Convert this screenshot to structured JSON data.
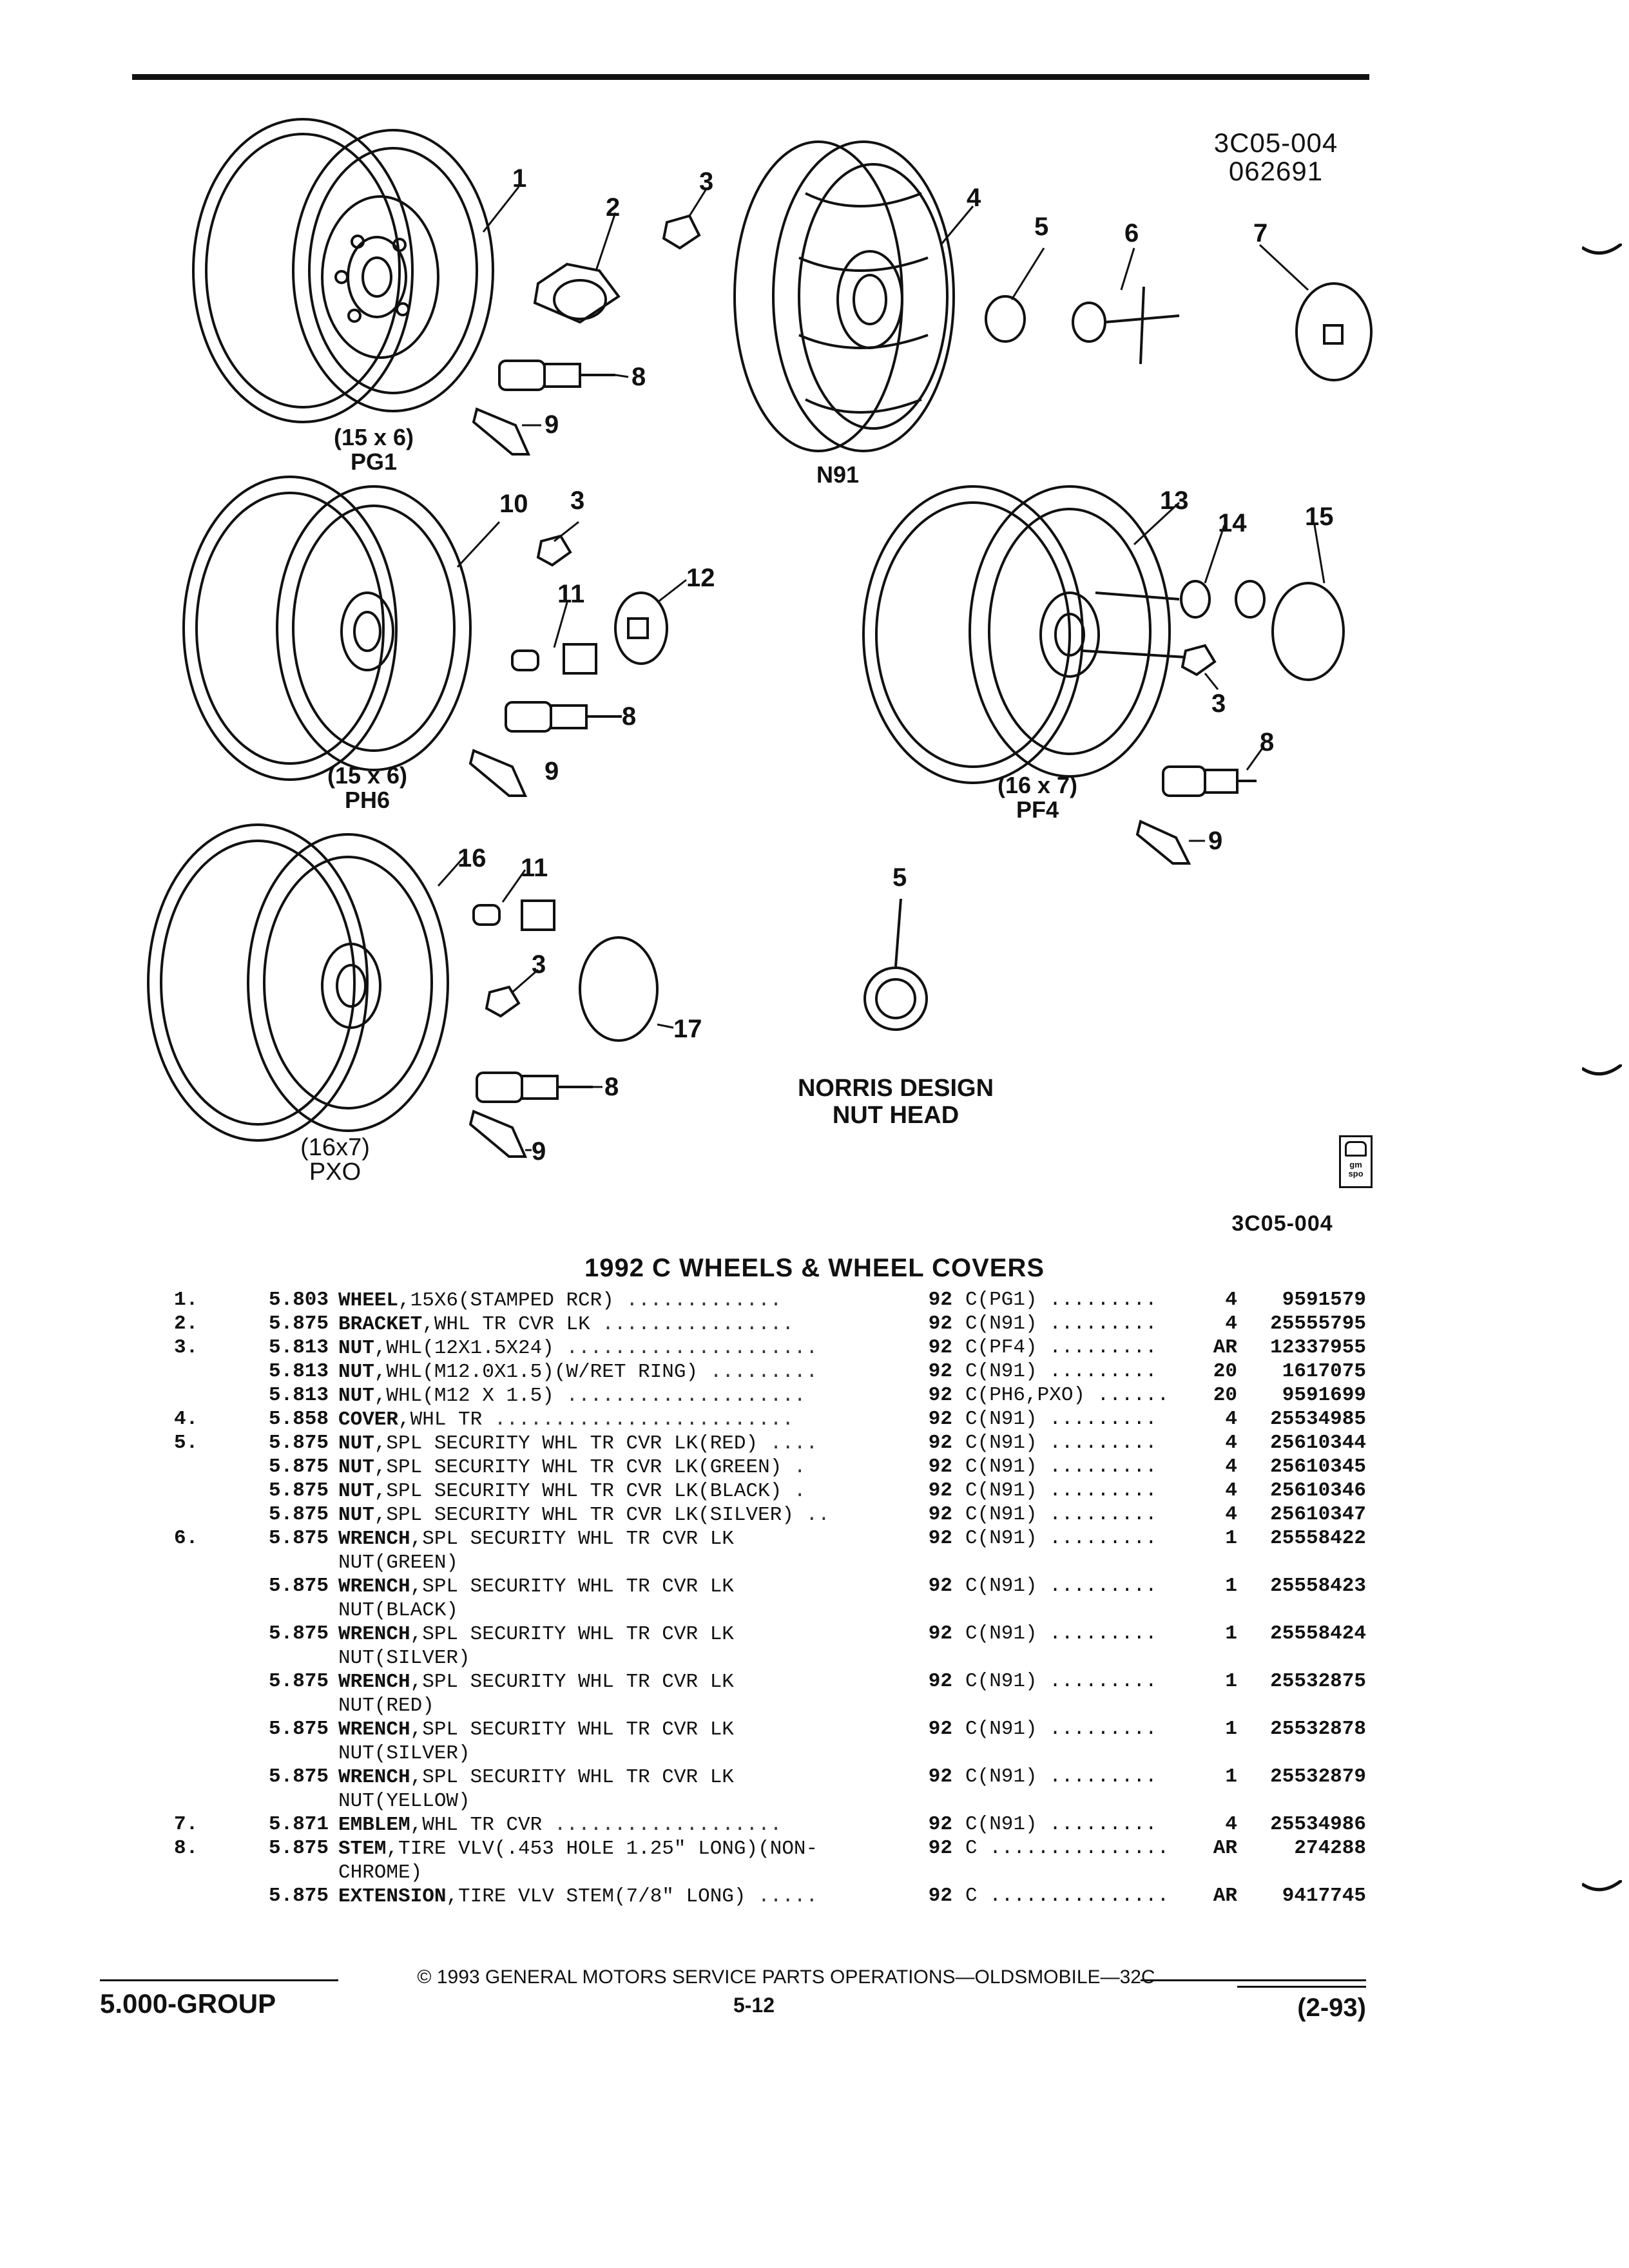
{
  "header": {
    "ref_code_line1": "3C05-004",
    "ref_code_line2": "062691",
    "bottom_ref_code": "3C05-004"
  },
  "illustration": {
    "callouts": [
      "1",
      "2",
      "3",
      "4",
      "5",
      "6",
      "7",
      "8",
      "9",
      "10",
      "3",
      "11",
      "12",
      "8",
      "9",
      "13",
      "14",
      "15",
      "3",
      "8",
      "9",
      "16",
      "11",
      "3",
      "17",
      "8",
      "9",
      "5"
    ],
    "wheel_captions": [
      {
        "size": "(15 x 6)",
        "code": "PG1"
      },
      {
        "size": "N91",
        "code": ""
      },
      {
        "size": "(15 x 6)",
        "code": "PH6"
      },
      {
        "size": "(16 x 7)",
        "code": "PF4"
      },
      {
        "size": "(16x7)",
        "code": "PXO"
      }
    ],
    "design_caption_line1": "NORRIS DESIGN",
    "design_caption_line2": "NUT HEAD",
    "logo_text": "gm spo"
  },
  "section_title": "1992 C WHEELS & WHEEL COVERS",
  "parts": [
    {
      "item": "1.",
      "group": "5.803",
      "name": "WHEEL",
      "detail": ",15X6(STAMPED RCR)",
      "dots": " .............",
      "cont": "",
      "yr": "92",
      "usage": "C(PG1) .........",
      "qty": "4",
      "part": "9591579"
    },
    {
      "item": "2.",
      "group": "5.875",
      "name": "BRACKET",
      "detail": ",WHL TR CVR LK",
      "dots": " ................",
      "cont": "",
      "yr": "92",
      "usage": "C(N91) .........",
      "qty": "4",
      "part": "25555795"
    },
    {
      "item": "3.",
      "group": "5.813",
      "name": "NUT",
      "detail": ",WHL(12X1.5X24)",
      "dots": " .....................",
      "cont": "",
      "yr": "92",
      "usage": "C(PF4) .........",
      "qty": "AR",
      "part": "12337955"
    },
    {
      "item": "",
      "group": "5.813",
      "name": "NUT",
      "detail": ",WHL(M12.0X1.5)(W/RET RING)",
      "dots": " .........",
      "cont": "",
      "yr": "92",
      "usage": "C(N91) .........",
      "qty": "20",
      "part": "1617075"
    },
    {
      "item": "",
      "group": "5.813",
      "name": "NUT",
      "detail": ",WHL(M12 X 1.5)",
      "dots": " ....................",
      "cont": "",
      "yr": "92",
      "usage": "C(PH6,PXO) ......",
      "qty": "20",
      "part": "9591699"
    },
    {
      "item": "4.",
      "group": "5.858",
      "name": "COVER",
      "detail": ",WHL TR",
      "dots": " .........................",
      "cont": "",
      "yr": "92",
      "usage": "C(N91) .........",
      "qty": "4",
      "part": "25534985"
    },
    {
      "item": "5.",
      "group": "5.875",
      "name": "NUT",
      "detail": ",SPL SECURITY WHL TR CVR LK(RED)",
      "dots": " ....",
      "cont": "",
      "yr": "92",
      "usage": "C(N91) .........",
      "qty": "4",
      "part": "25610344"
    },
    {
      "item": "",
      "group": "5.875",
      "name": "NUT",
      "detail": ",SPL SECURITY WHL TR CVR LK(GREEN)",
      "dots": " .",
      "cont": "",
      "yr": "92",
      "usage": "C(N91) .........",
      "qty": "4",
      "part": "25610345"
    },
    {
      "item": "",
      "group": "5.875",
      "name": "NUT",
      "detail": ",SPL SECURITY WHL TR CVR LK(BLACK)",
      "dots": " .",
      "cont": "",
      "yr": "92",
      "usage": "C(N91) .........",
      "qty": "4",
      "part": "25610346"
    },
    {
      "item": "",
      "group": "5.875",
      "name": "NUT",
      "detail": ",SPL SECURITY WHL TR CVR LK(SILVER)",
      "dots": " ..",
      "cont": "",
      "yr": "92",
      "usage": "C(N91) .........",
      "qty": "4",
      "part": "25610347"
    },
    {
      "item": "6.",
      "group": "5.875",
      "name": "WRENCH",
      "detail": ",SPL SECURITY WHL TR CVR LK",
      "dots": "",
      "cont": "NUT(GREEN)",
      "yr": "92",
      "usage": "C(N91) .........",
      "qty": "1",
      "part": "25558422"
    },
    {
      "item": "",
      "group": "5.875",
      "name": "WRENCH",
      "detail": ",SPL SECURITY WHL TR CVR LK",
      "dots": "",
      "cont": "NUT(BLACK)",
      "yr": "92",
      "usage": "C(N91) .........",
      "qty": "1",
      "part": "25558423"
    },
    {
      "item": "",
      "group": "5.875",
      "name": "WRENCH",
      "detail": ",SPL SECURITY WHL TR CVR LK",
      "dots": "",
      "cont": "NUT(SILVER)",
      "yr": "92",
      "usage": "C(N91) .........",
      "qty": "1",
      "part": "25558424"
    },
    {
      "item": "",
      "group": "5.875",
      "name": "WRENCH",
      "detail": ",SPL SECURITY WHL TR CVR LK",
      "dots": "",
      "cont": "NUT(RED)",
      "yr": "92",
      "usage": "C(N91) .........",
      "qty": "1",
      "part": "25532875"
    },
    {
      "item": "",
      "group": "5.875",
      "name": "WRENCH",
      "detail": ",SPL SECURITY WHL TR CVR LK",
      "dots": "",
      "cont": "NUT(SILVER)",
      "yr": "92",
      "usage": "C(N91) .........",
      "qty": "1",
      "part": "25532878"
    },
    {
      "item": "",
      "group": "5.875",
      "name": "WRENCH",
      "detail": ",SPL SECURITY WHL TR CVR LK",
      "dots": "",
      "cont": "NUT(YELLOW)",
      "yr": "92",
      "usage": "C(N91) .........",
      "qty": "1",
      "part": "25532879"
    },
    {
      "item": "7.",
      "group": "5.871",
      "name": "EMBLEM",
      "detail": ",WHL TR CVR",
      "dots": " ...................",
      "cont": "",
      "yr": "92",
      "usage": "C(N91) .........",
      "qty": "4",
      "part": "25534986"
    },
    {
      "item": "8.",
      "group": "5.875",
      "name": "STEM",
      "detail": ",TIRE VLV(.453 HOLE 1.25\" LONG)(NON-",
      "dots": "",
      "cont": "CHROME)",
      "yr": "92",
      "usage": "C ...............",
      "qty": "AR",
      "part": "274288"
    },
    {
      "item": "",
      "group": "5.875",
      "name": "EXTENSION",
      "detail": ",TIRE VLV STEM(7/8\" LONG)",
      "dots": " .....",
      "cont": "",
      "yr": "92",
      "usage": "C ...............",
      "qty": "AR",
      "part": "9417745"
    }
  ],
  "footer": {
    "copyright": "© 1993 GENERAL MOTORS SERVICE PARTS OPERATIONS—OLDSMOBILE—32C",
    "group": "5.000-GROUP",
    "page": "5-12",
    "date": "(2-93)"
  }
}
